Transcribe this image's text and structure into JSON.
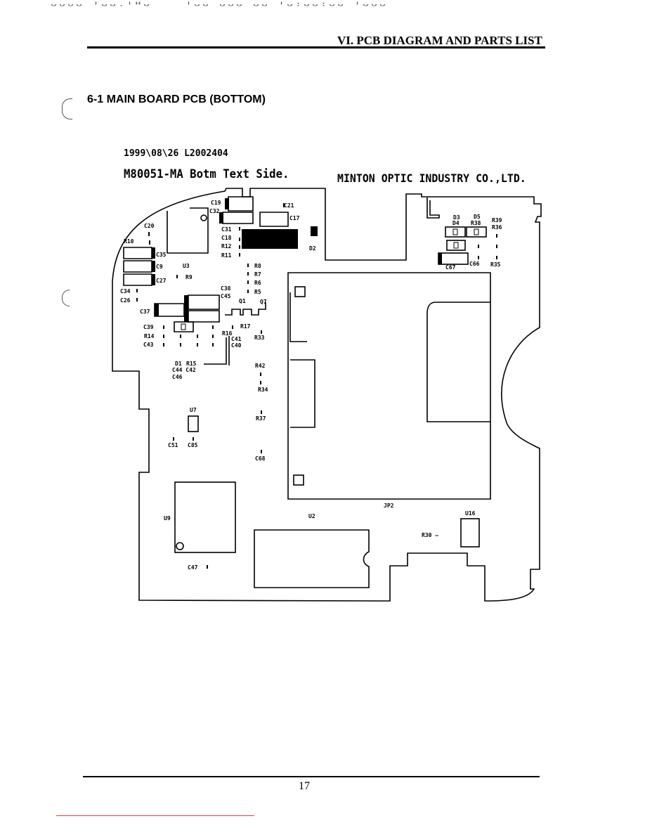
{
  "header": {
    "fax_line": "ᴗᴗᴗᴗ ᴵᴗᴗ.ᴵᴴᴗ    ᴵᴗᴗ ᴗᴗᴗ ᴗᴗ ᴵᴗ:ᴗᴗ:ᴗᴗ ᴵᴗᴗᴗ",
    "section": "VI. PCB DIAGRAM AND PARTS LIST"
  },
  "section_title": "6-1 MAIN BOARD PCB (BOTTOM)",
  "diagram": {
    "date_code": "1999\\08\\26  L2002404",
    "board_title": "M80051-MA Botm Text Side.",
    "company": "MINTON OPTIC INDUSTRY CO.,LTD.",
    "labels": {
      "c19": "C19",
      "c21": "C21",
      "c32": "C32",
      "c17": "C17",
      "c20": "C20",
      "c31": "C31",
      "c18": "C18",
      "r12": "R12",
      "r11": "R11",
      "r10": "R10",
      "c35": "C35",
      "d2": "D2",
      "c9": "C9",
      "u3": "U3",
      "r8": "R8",
      "r7": "R7",
      "c27": "C27",
      "r9": "R9",
      "r6": "R6",
      "c34": "C34",
      "c38": "C38",
      "r5": "R5",
      "c26": "C26",
      "c45": "C45",
      "q1": "Q1",
      "q7": "Q7",
      "c37": "C37",
      "d3": "D3",
      "d5": "D5",
      "d4": "D4",
      "r38": "R38",
      "r39": "R39",
      "r36": "R36",
      "c67": "C67",
      "c66": "C66",
      "r35": "R35",
      "c39": "C39",
      "r17": "R17",
      "r14": "R14",
      "r16": "R16",
      "c41": "C41",
      "r33": "R33",
      "c43": "C43",
      "c40": "C40",
      "d1": "D1",
      "r15": "R15",
      "c44c42": "C44 C42",
      "r42": "R42",
      "c46": "C46",
      "r34": "R34",
      "u7": "U7",
      "r37": "R37",
      "c51": "C51",
      "c85": "C85",
      "c68": "C68",
      "jp2": "JP2",
      "u16": "U16",
      "u9": "U9",
      "u2": "U2",
      "r30": "R30 –",
      "c47": "C47"
    }
  },
  "footer": {
    "page_number": "17"
  }
}
